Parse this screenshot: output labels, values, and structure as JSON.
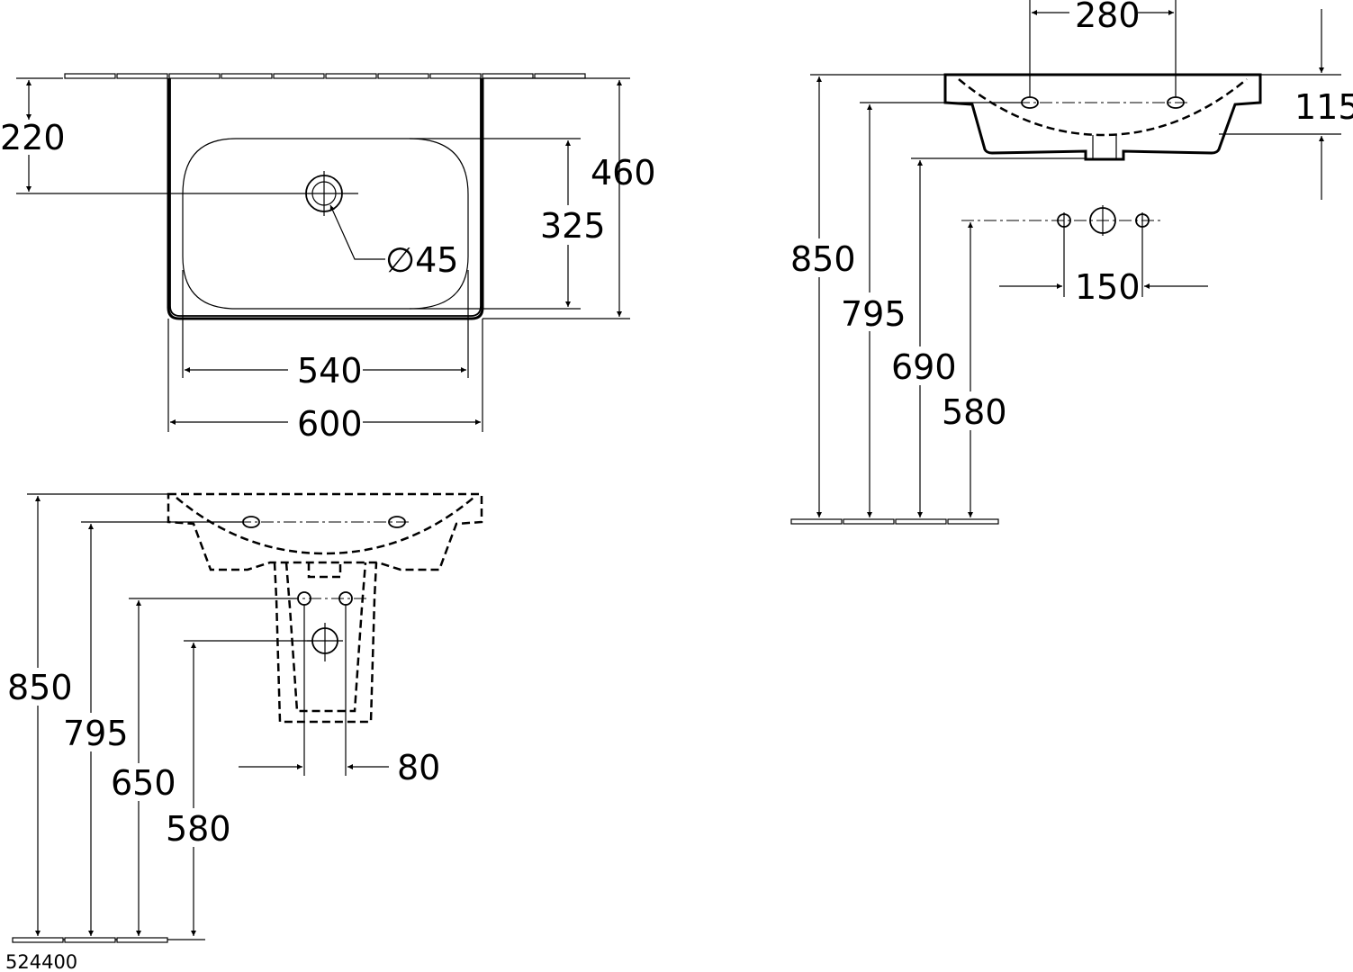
{
  "drawing_code": "524400",
  "top_view": {
    "dim_220": "220",
    "dim_460": "460",
    "dim_325": "325",
    "dim_540": "540",
    "dim_600": "600",
    "dim_diameter": "∅45"
  },
  "side_view": {
    "dim_280": "280",
    "dim_115": "115",
    "dim_150": "150",
    "dim_850": "850",
    "dim_795": "795",
    "dim_690": "690",
    "dim_580": "580"
  },
  "front_view": {
    "dim_850": "850",
    "dim_795": "795",
    "dim_650": "650",
    "dim_580": "580",
    "dim_80": "80"
  }
}
